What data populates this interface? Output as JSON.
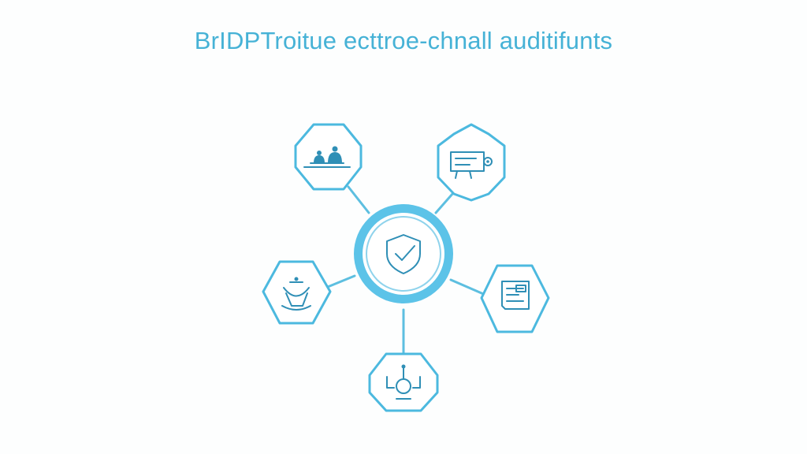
{
  "title": "BrIDPTroitue ecttroe-chnall auditifunts",
  "colors": {
    "accent": "#46b2d6",
    "hub_ring": "#4cb9df",
    "line": "#5dbfe0",
    "icon": "#2f8fb6"
  },
  "hub": {
    "icon": "shield-check-icon"
  },
  "nodes": [
    {
      "id": "top-left",
      "icon": "people-on-platform-icon"
    },
    {
      "id": "top-right",
      "icon": "blueprint-gear-icon"
    },
    {
      "id": "middle-left",
      "icon": "hands-scale-icon"
    },
    {
      "id": "middle-right",
      "icon": "document-map-icon"
    },
    {
      "id": "bottom",
      "icon": "robot-network-icon"
    }
  ]
}
